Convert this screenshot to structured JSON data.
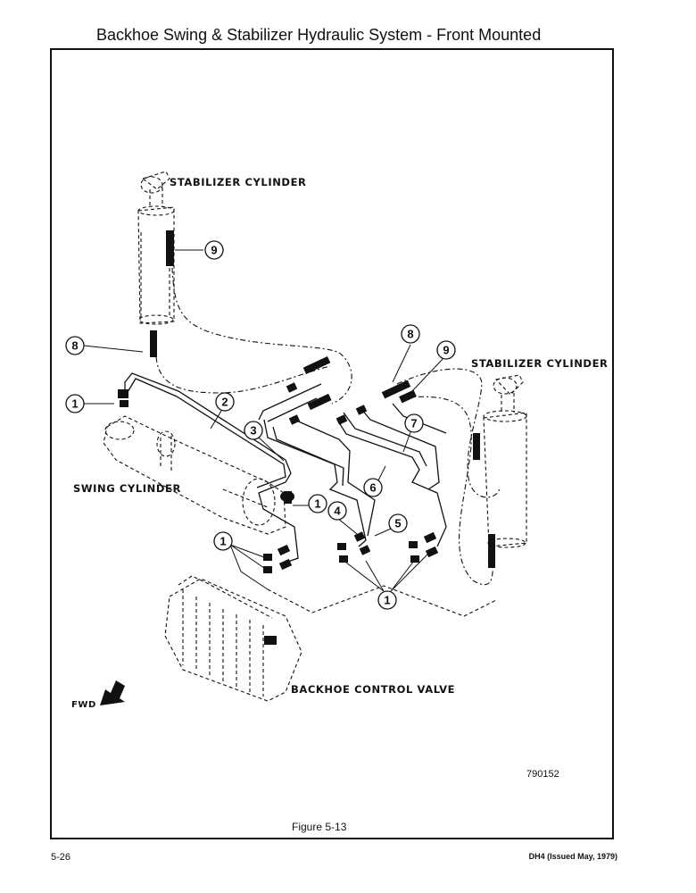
{
  "page": {
    "title": "Backhoe Swing & Stabilizer Hydraulic System - Front Mounted",
    "page_number": "5-26",
    "doc_ref": "DH4 (Issued May, 1979)"
  },
  "figure": {
    "caption": "Figure 5-13",
    "drawing_number": "790152"
  },
  "labels": {
    "stabilizer_left": "STABILIZER CYLINDER",
    "stabilizer_right": "STABILIZER CYLINDER",
    "swing_cylinder": "SWING CYLINDER",
    "control_valve": "BACKHOE CONTROL VALVE",
    "fwd": "FWD"
  },
  "callouts": {
    "c9_top": "9",
    "c8_left": "8",
    "c1_left": "1",
    "c2": "2",
    "c3": "3",
    "c1_mid": "1",
    "c4": "4",
    "c5": "5",
    "c1_lower": "1",
    "c1_bottom": "1",
    "c6": "6",
    "c7": "7",
    "c8_right": "8",
    "c9_right": "9"
  }
}
